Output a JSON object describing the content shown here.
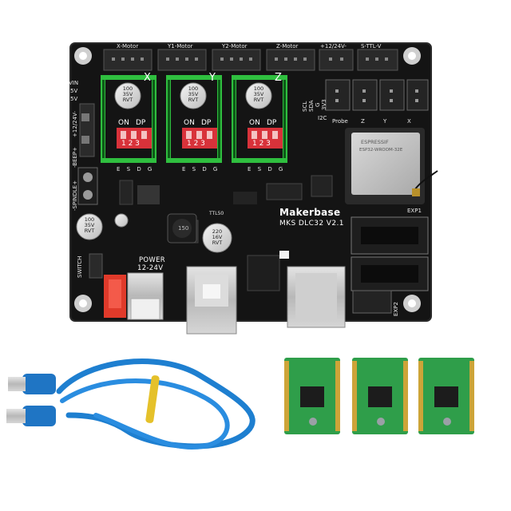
{
  "board": {
    "brand": "Makerbase",
    "model": "MKS DLC32 V2.1",
    "power_label": "POWER",
    "power_range": "12-24V",
    "motor_headers": [
      "X-Motor",
      "Y1-Motor",
      "Y2-Motor",
      "Z-Motor",
      "+12/24V-",
      "S-TTL-V"
    ],
    "driver_axes": [
      "X",
      "Y",
      "Z"
    ],
    "dip_labels": {
      "on": "ON",
      "dp": "DP",
      "pins": "1 2 3"
    },
    "driver_pins": "E S D G",
    "capacitor_top": {
      "value": "100",
      "voltage": "35V",
      "type": "RVT"
    },
    "capacitor_left": {
      "value": "100",
      "voltage": "35V",
      "type": "RVT"
    },
    "capacitor_mid": {
      "value": "220",
      "voltage": "16V",
      "type": "RVT"
    },
    "inductor_marking": "150",
    "side_labels": [
      "+12/24V-",
      "-BEEP+",
      "-SPINDLE+"
    ],
    "left_voltages": [
      "VIN",
      "5V",
      "5V"
    ],
    "switch_label": "SWITCH",
    "right_connectors": [
      "I2C",
      "Probe",
      "Z",
      "Y",
      "X"
    ],
    "exp_labels": [
      "EXP1",
      "EXP2"
    ],
    "wifi_module": "ESPRESSIF",
    "wifi_model": "ESP32-WROOM-32E",
    "small_labels": [
      "SCL",
      "SDA",
      "G",
      "3V3",
      "TTL50"
    ]
  },
  "accessories": {
    "cable": "USB cable",
    "driver_modules": 3
  },
  "colors": {
    "pcb": "#141414",
    "header": "#262626",
    "driver_green": "#2fbf3f",
    "dip_red": "#d8323a",
    "cable_blue": "#1e7fd0",
    "module_green": "#2f9e4a"
  }
}
